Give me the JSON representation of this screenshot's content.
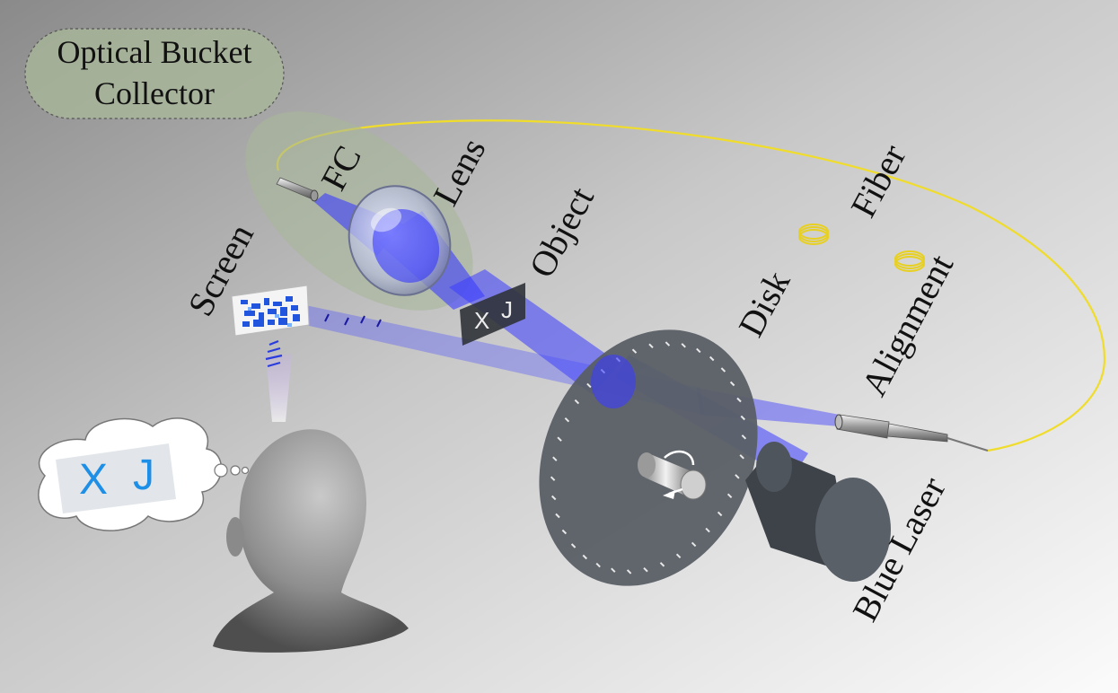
{
  "collector": {
    "line1": "Optical Bucket",
    "line2": "Collector"
  },
  "labels": {
    "fc": "FC",
    "lens": "Lens",
    "fiber": "Fiber",
    "object": "Object",
    "screen": "Screen",
    "disk": "Disk",
    "alignment": "Alignment",
    "blue_laser": "Blue Laser"
  },
  "object_letters": {
    "left": "X",
    "right": "J"
  },
  "thought": {
    "left": "X",
    "right": "J"
  },
  "colors": {
    "beam": "#3b3cff",
    "fiber": "#f0dc2a",
    "collector_fill": "#a9b89a",
    "disk": "#5a5f66",
    "laser": "#4a4f56",
    "thought_letters": "#1e8fe6"
  },
  "icons": {
    "rotation": "rotation-arrow-icon"
  }
}
